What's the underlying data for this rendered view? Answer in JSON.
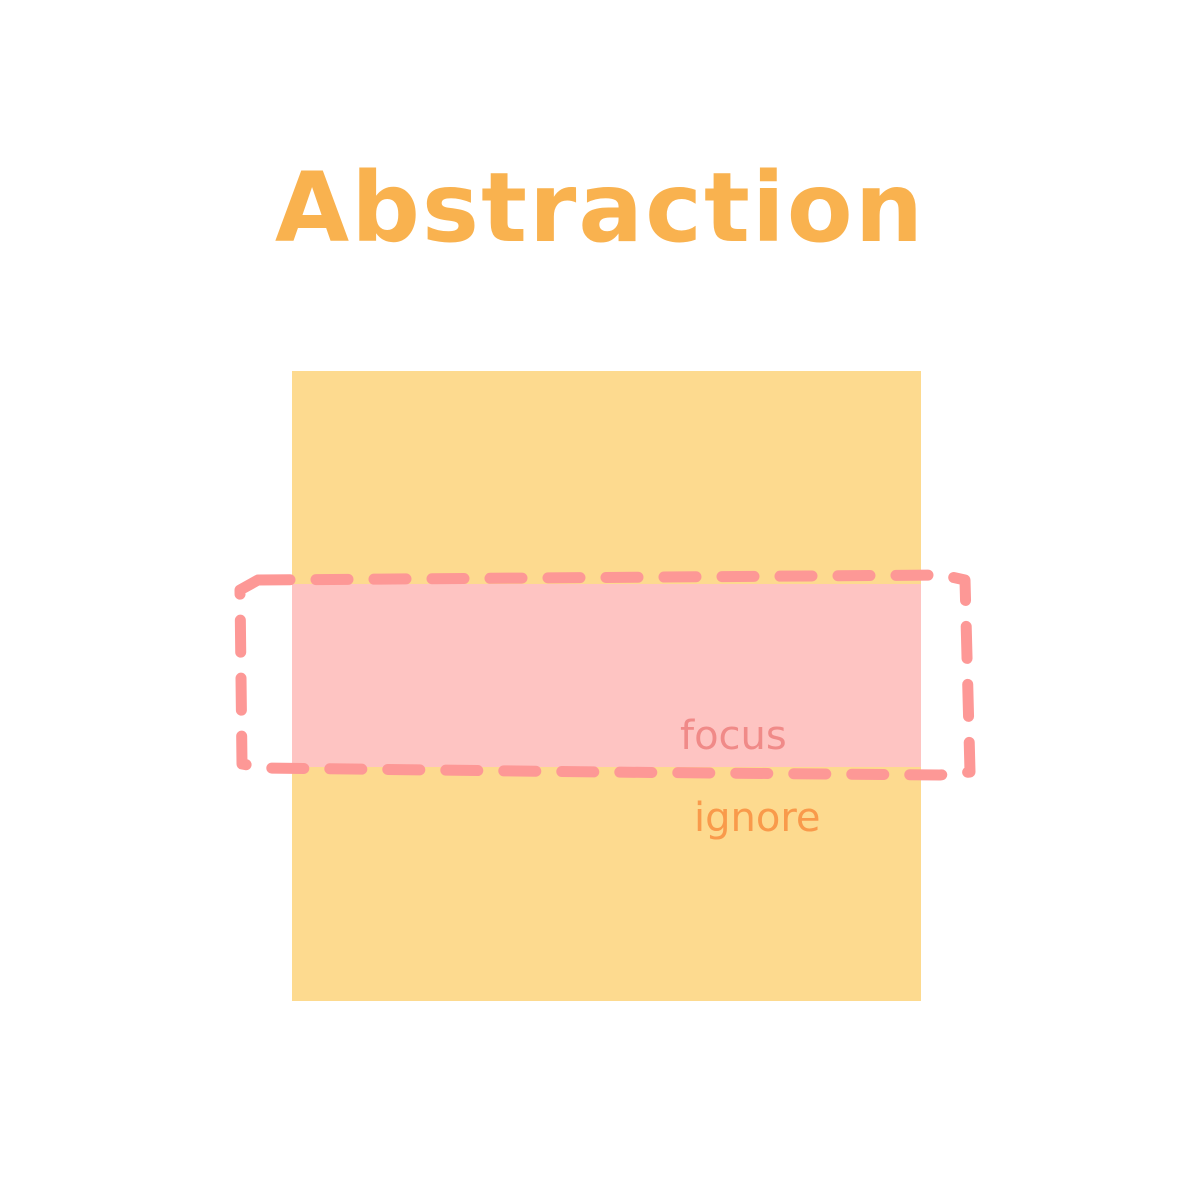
{
  "title": "Abstraction",
  "labels": {
    "focus": "focus",
    "ignore": "ignore"
  },
  "colors": {
    "background": "#ffffff",
    "title": "#f9b24f",
    "square": "#fdda8f",
    "band": "#fec4c2",
    "dashed_border": "#fd9896",
    "focus_label": "#f08a88",
    "ignore_label": "#f99a4b"
  }
}
